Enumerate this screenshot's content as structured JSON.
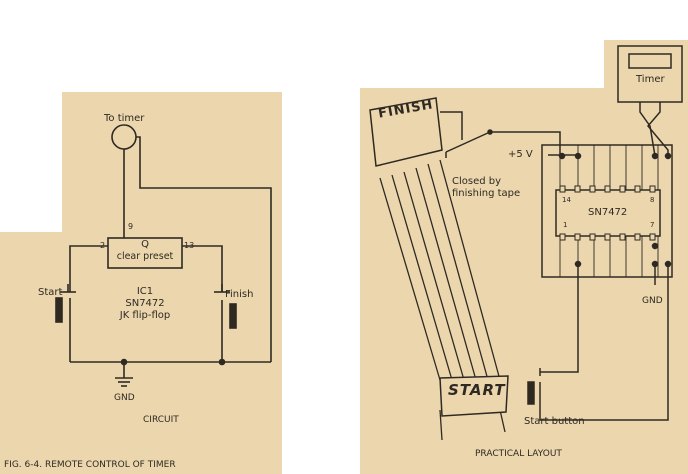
{
  "circuit": {
    "to_timer": "To timer",
    "pin_q": "9",
    "pin_left": "2",
    "pin_right": "13",
    "ff_line1": "Q",
    "ff_line2": "clear  preset",
    "start_label": "Start",
    "finish_label": "Finish",
    "ic_name": "IC1",
    "ic_part": "SN7472",
    "ic_desc": "JK flip-flop",
    "gnd": "GND",
    "caption": "CIRCUIT"
  },
  "layout": {
    "finish_tape": "FINISH",
    "start_tape": "START",
    "timer": "Timer",
    "plus5v": "+5 V",
    "closed_by_line1": "Closed by",
    "closed_by_line2": "finishing tape",
    "ic_part": "SN7472",
    "pin14": "14",
    "pin8": "8",
    "pin1": "1",
    "pin7": "7",
    "gnd": "GND",
    "start_button": "Start button",
    "caption": "PRACTICAL LAYOUT"
  },
  "figure_caption": "FIG. 6-4.  REMOTE CONTROL OF TIMER"
}
